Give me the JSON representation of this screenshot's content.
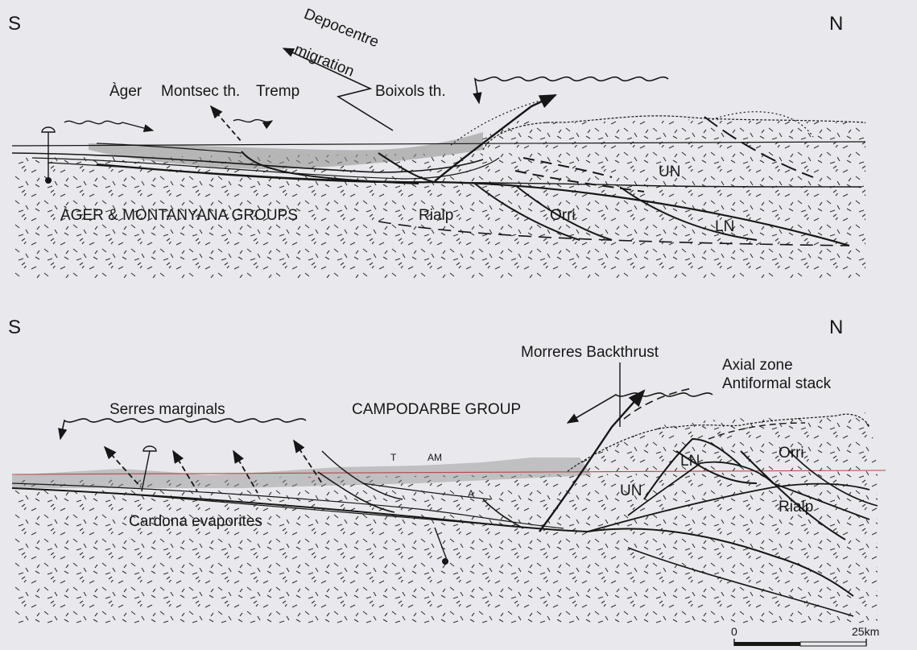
{
  "colors": {
    "paper": "#e9e8ec",
    "ink": "#161616",
    "red_line": "#b34a4a"
  },
  "top_section": {
    "south": "S",
    "north": "N",
    "depocentre_line1": "Depocentre",
    "depocentre_line2": "migration",
    "ager": "Àger",
    "montsec": "Montsec th.",
    "tremp": "Tremp",
    "boixols": "Boixols th.",
    "groups": "ÀGER & MONTANYANA GROUPS",
    "rialp": "Rialp",
    "orri": "Orri",
    "un": "UN",
    "ln": "LN"
  },
  "bottom_section": {
    "south": "S",
    "north": "N",
    "morreres": "Morreres Backthrust",
    "axial_line1": "Axial zone",
    "axial_line2": "Antiformal stack",
    "serres": "Serres marginals",
    "campodarbe": "CAMPODARBE GROUP",
    "cardona": "Cardona evaporites",
    "t": "T",
    "am": "AM",
    "a": "A",
    "un": "UN",
    "ln": "LN",
    "orri": "Orri",
    "rialp": "Rialp"
  },
  "scale_bar": {
    "zero": "0",
    "end": "25km"
  }
}
